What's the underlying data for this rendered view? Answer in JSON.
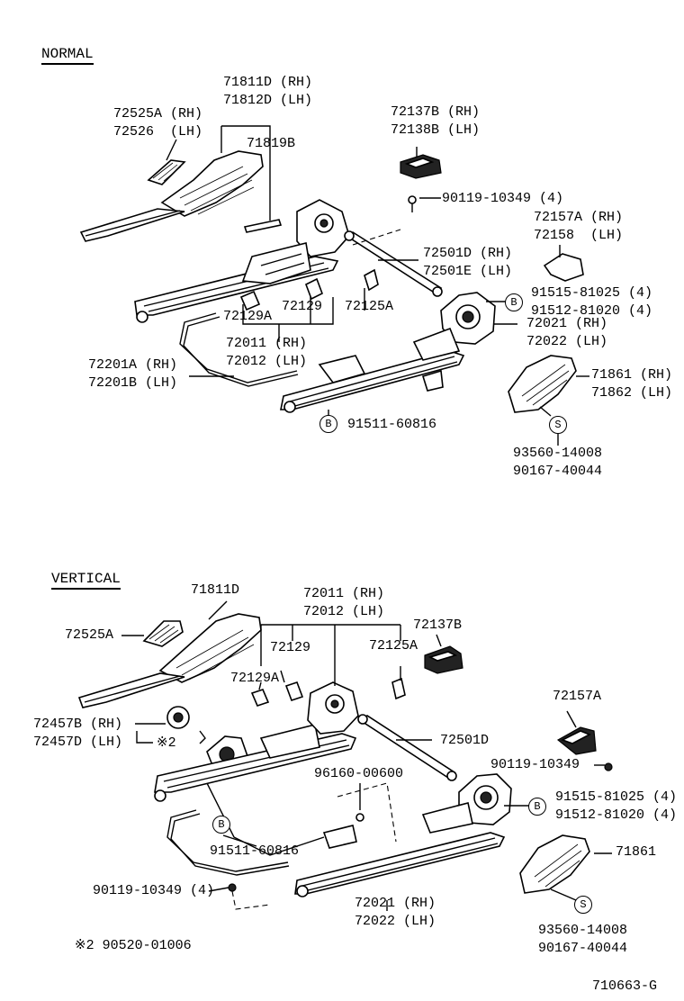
{
  "normal": {
    "title": "NORMAL",
    "labels": {
      "back_trim": "71811D (RH)\n71812D (LH)",
      "trim_strip": "71819B",
      "track_cover_a": "72525A (RH)\n72526  (LH)",
      "cover_b": "72137B (RH)\n72138B (LH)",
      "screw_a": "90119-10349 (4)",
      "cover_c": "72157A (RH)\n72158  (LH)",
      "shaft": "72501D (RH)\n72501E (LH)",
      "bolts_b": "91515-81025 (4)\n91512-81020 (4)",
      "clip_a": "72129A",
      "clip_b": "72129",
      "clip_c": "72125A",
      "adjuster": "72021 (RH)\n72022 (LH)",
      "track_inner": "72011 (RH)\n72012 (LH)",
      "wire": "72201A (RH)\n72201B (LH)",
      "shield": "71861 (RH)\n71862 (LH)",
      "bolt_b2": "91511-60816",
      "screws_s": "93560-14008\n90167-40044",
      "mark_b": "B",
      "mark_s": "S"
    }
  },
  "vertical": {
    "title": "VERTICAL",
    "labels": {
      "back_trim": "71811D",
      "track_inner": "72011 (RH)\n72012 (LH)",
      "track_cover_a": "72525A",
      "cover_b": "72137B",
      "clip_b": "72129",
      "clip_c": "72125A",
      "clip_a": "72129A",
      "knob": "72457B (RH)\n72457D (LH)",
      "note_ref": "※2",
      "cover_c": "72157A",
      "shaft": "72501D",
      "screw_a": "90119-10349",
      "bolt_mid": "96160-00600",
      "bolts_b": "91515-81025 (4)\n91512-81020 (4)",
      "bolt_b2": "91511-60816",
      "shield": "71861",
      "screw_b": "90119-10349 (4)",
      "adjuster": "72021 (RH)\n72022 (LH)",
      "screws_s": "93560-14008\n90167-40044",
      "mark_b": "B",
      "mark_s": "S"
    },
    "footnote": "※2 90520-01006"
  },
  "diagram_code": "710663-G"
}
